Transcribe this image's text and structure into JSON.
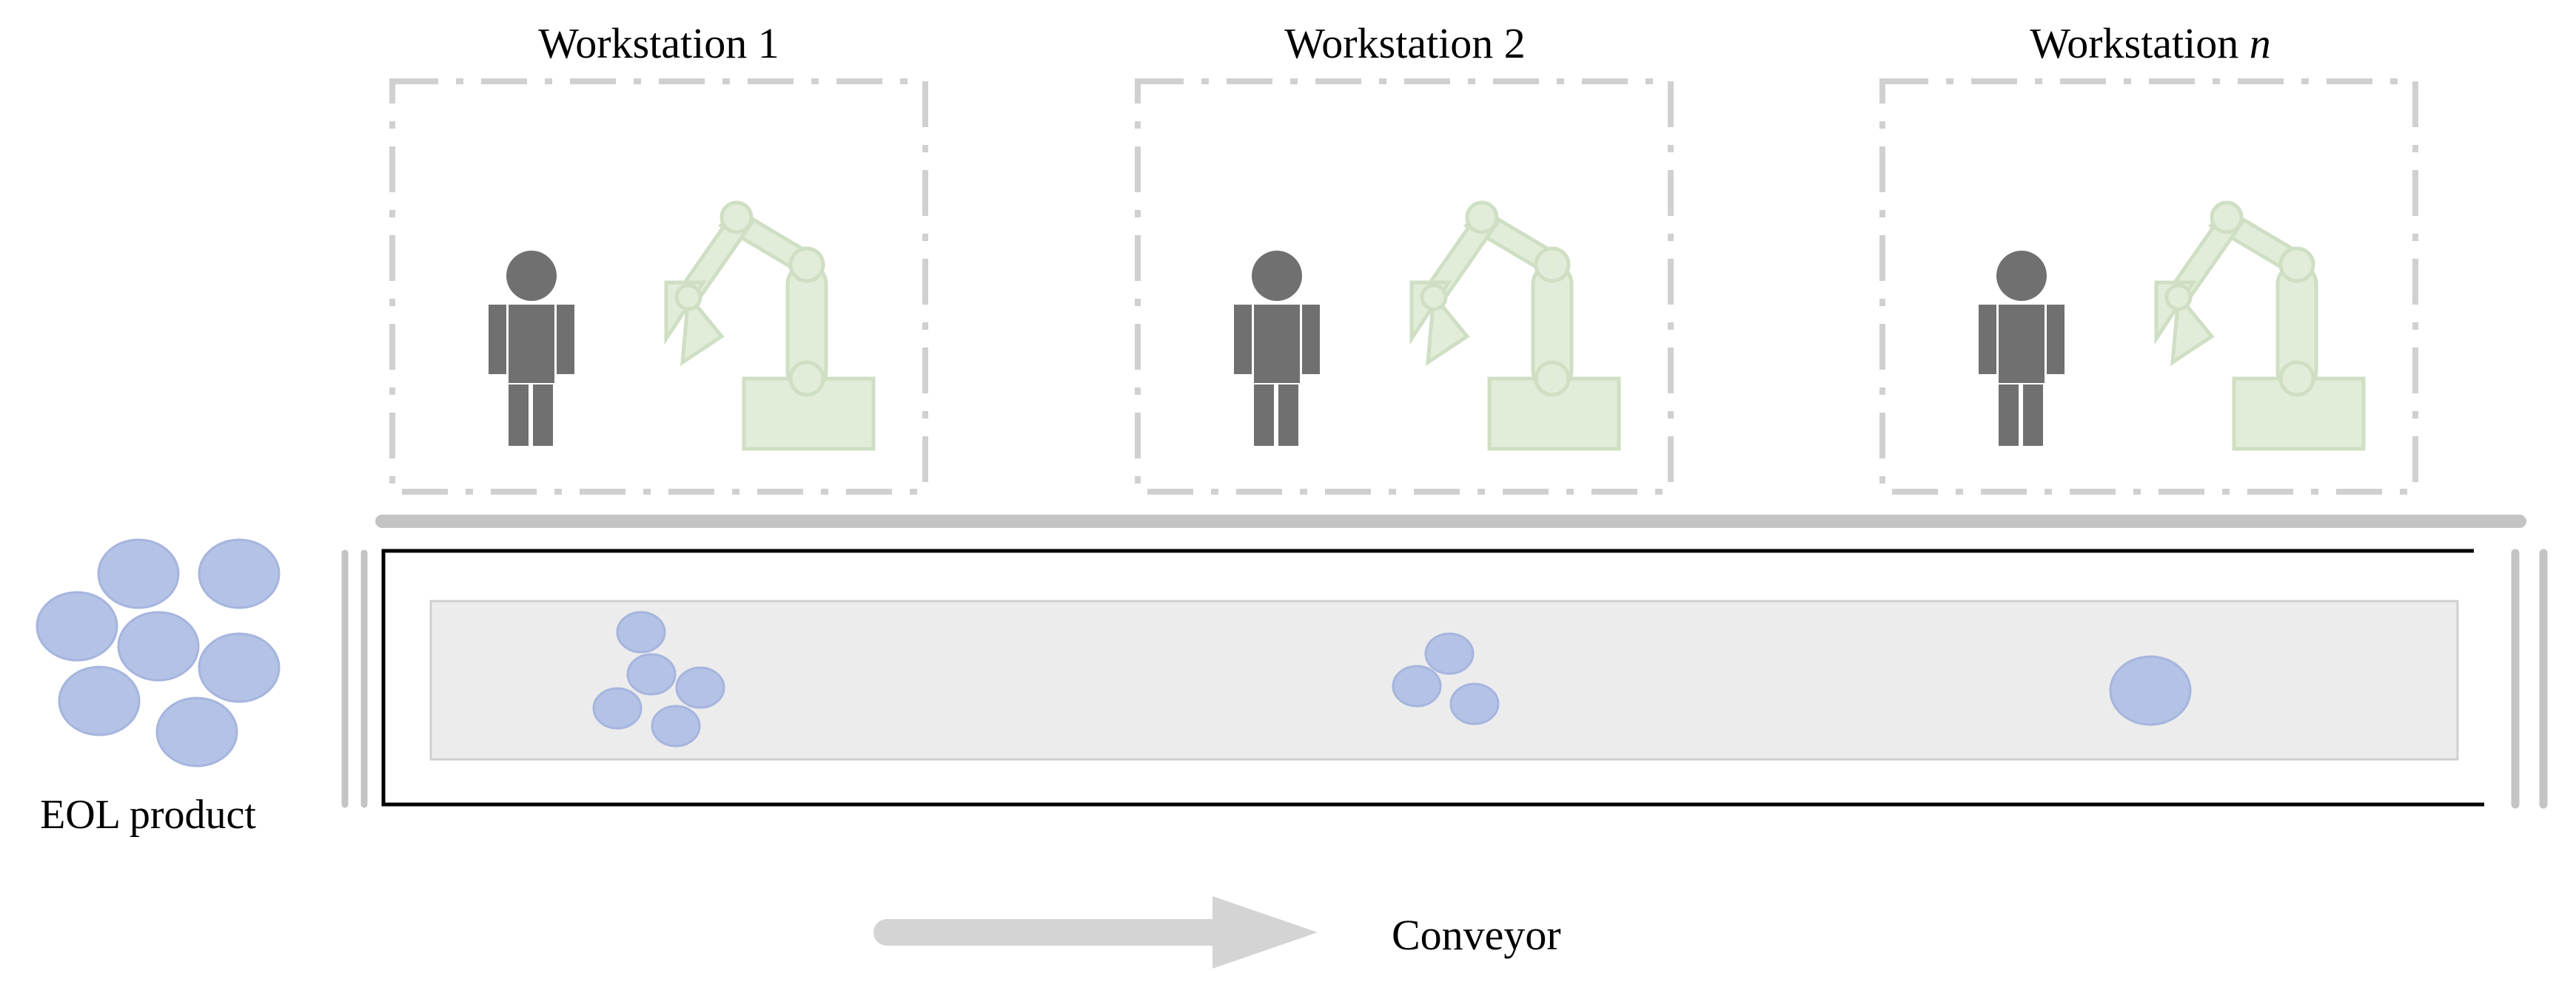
{
  "workstations": [
    {
      "label_prefix": "Workstation ",
      "label_suffix": "1",
      "suffix_italic": false
    },
    {
      "label_prefix": "Workstation ",
      "label_suffix": "2",
      "suffix_italic": false
    },
    {
      "label_prefix": "Workstation ",
      "label_suffix": "n",
      "suffix_italic": true
    }
  ],
  "eol_label": "EOL product",
  "conveyor_label": "Conveyor",
  "colors": {
    "product": "#b4c2e6",
    "product_stroke": "#a6b5de",
    "human": "#707070",
    "robot": "#e2edd9",
    "robot_stroke": "#cfdfc4",
    "frame": "#d0d0d0",
    "rail": "#c4c4c4",
    "belt": "#ececec",
    "arrow": "#d4d4d4"
  },
  "components": {
    "human": "human-worker-icon",
    "robot": "robot-arm-icon",
    "product": "eol-product-part"
  }
}
